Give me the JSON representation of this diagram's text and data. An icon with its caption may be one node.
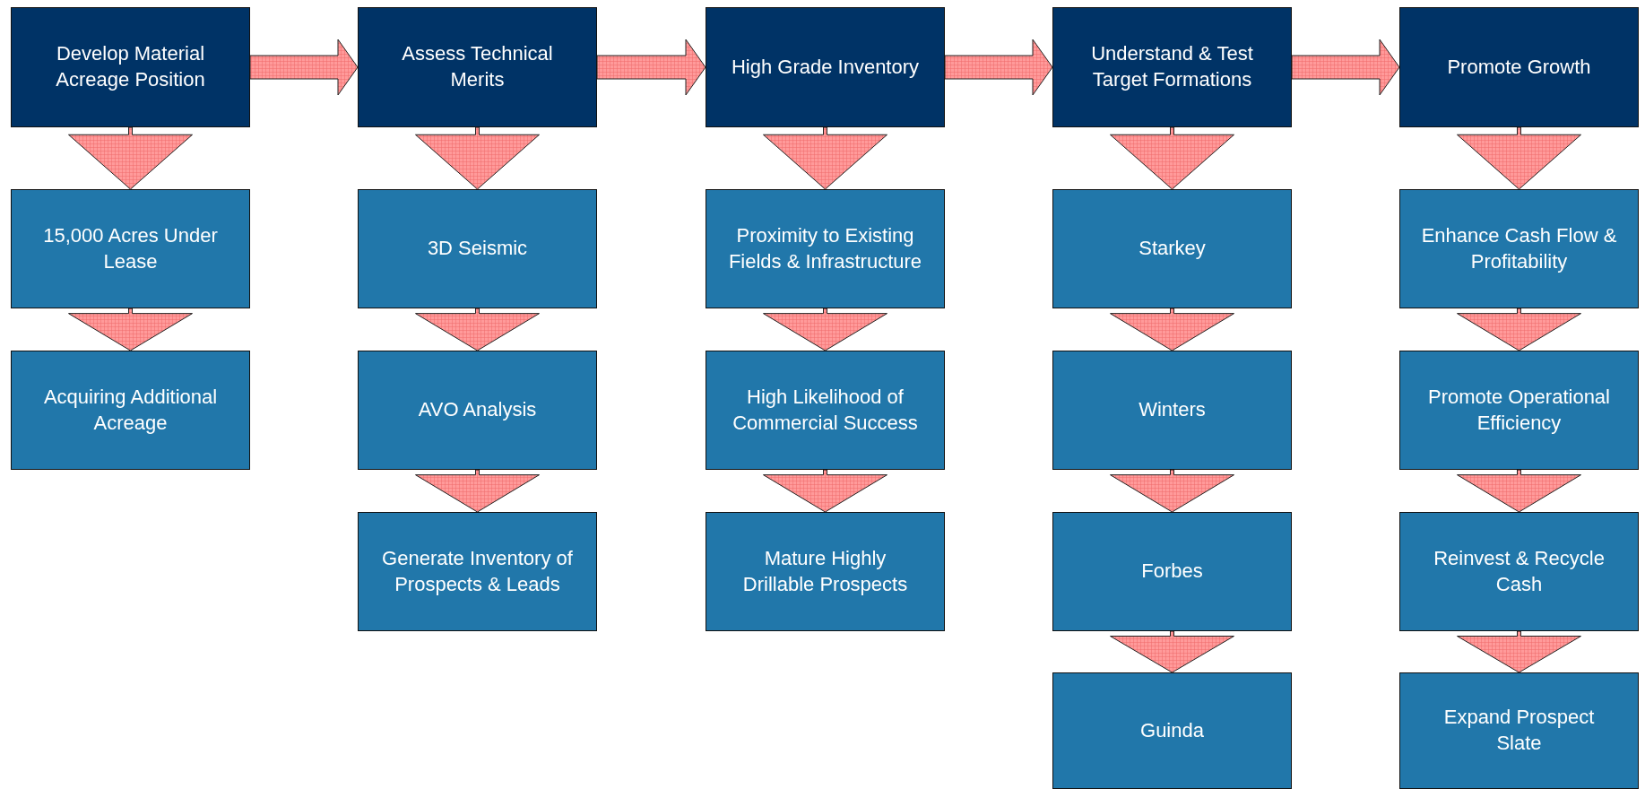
{
  "diagram": {
    "nodes": [
      {
        "text": [
          "Develop Material Acreage Position"
        ]
      },
      {
        "text": [
          "15,000 Acres Under Lease"
        ]
      },
      {
        "text": [
          "Acquiring Additional Acreage"
        ]
      },
      {
        "text": [
          "Assess Technical Merits"
        ]
      },
      {
        "text": [
          "3D Seismic"
        ]
      },
      {
        "text": [
          "AVO Analysis"
        ]
      },
      {
        "text": [
          "Generate Inventory of Prospects & Leads"
        ]
      },
      {
        "text": [
          "High Grade Inventory"
        ]
      },
      {
        "text": [
          "Proximity to Existing Fields & Infrastructure"
        ]
      },
      {
        "text": [
          "High Likelihood of Commercial Success"
        ]
      },
      {
        "text": [
          "Mature Highly Drillable Prospects"
        ]
      },
      {
        "text": [
          "Understand & Test Target Formations"
        ]
      },
      {
        "text": [
          "Starkey"
        ]
      },
      {
        "text": [
          "Winters"
        ]
      },
      {
        "text": [
          "Forbes"
        ]
      },
      {
        "text": [
          "Guinda"
        ]
      },
      {
        "text": [
          "Promote Growth"
        ]
      },
      {
        "text": [
          "Enhance Cash Flow & Profitability"
        ]
      },
      {
        "text": [
          "Promote Operational Efficiency"
        ]
      },
      {
        "text": [
          "Reinvest & Recycle Cash"
        ]
      },
      {
        "text": [
          "Expand Prospect Slate"
        ]
      }
    ],
    "edges": [
      {
        "from": 0,
        "to": 3,
        "arrow": "to"
      },
      {
        "from": 3,
        "to": 7,
        "arrow": "to"
      },
      {
        "from": 7,
        "to": 11,
        "arrow": "to"
      },
      {
        "from": 11,
        "to": 16,
        "arrow": "to"
      },
      {
        "from": 0,
        "to": 1,
        "arrow": "to"
      },
      {
        "from": 1,
        "to": 2,
        "arrow": "to"
      },
      {
        "from": 3,
        "to": 4,
        "arrow": "to"
      },
      {
        "from": 4,
        "to": 5,
        "arrow": "to"
      },
      {
        "from": 5,
        "to": 6,
        "arrow": "to"
      },
      {
        "from": 7,
        "to": 8,
        "arrow": "to"
      },
      {
        "from": 8,
        "to": 9,
        "arrow": "to"
      },
      {
        "from": 9,
        "to": 10,
        "arrow": "to"
      },
      {
        "from": 11,
        "to": 12,
        "arrow": "to"
      },
      {
        "from": 12,
        "to": 13,
        "arrow": "to"
      },
      {
        "from": 13,
        "to": 14,
        "arrow": "to"
      },
      {
        "from": 14,
        "to": 15,
        "arrow": "to"
      },
      {
        "from": 16,
        "to": 17,
        "arrow": "to"
      },
      {
        "from": 17,
        "to": 18,
        "arrow": "to"
      },
      {
        "from": 18,
        "to": 19,
        "arrow": "to"
      },
      {
        "from": 19,
        "to": 20,
        "arrow": "to"
      }
    ]
  }
}
